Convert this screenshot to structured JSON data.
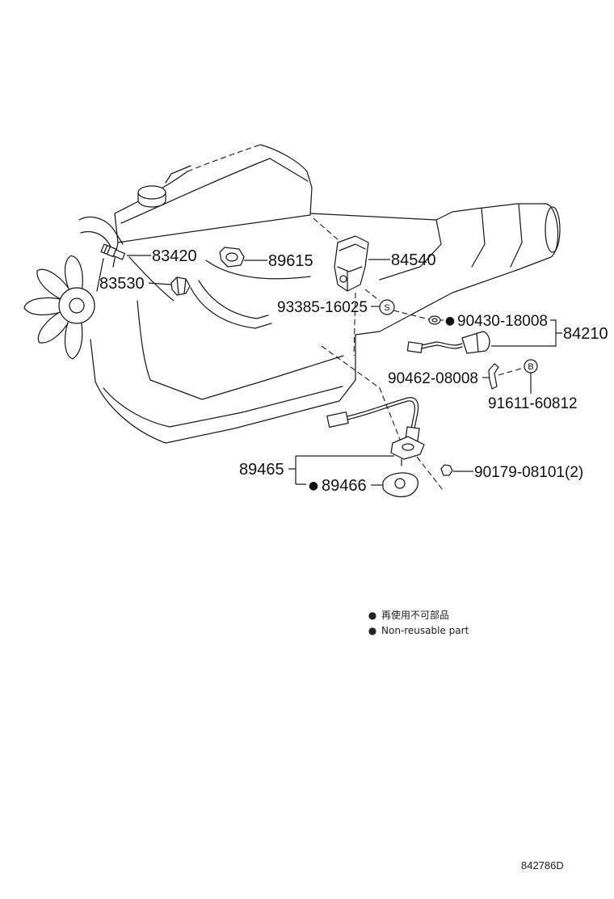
{
  "callouts": [
    {
      "part_no": "83420"
    },
    {
      "part_no": "89615"
    },
    {
      "part_no": "84540"
    },
    {
      "part_no": "83530"
    },
    {
      "part_no": "93385-16025"
    },
    {
      "part_no": "90430-18008",
      "non_reusable": true
    },
    {
      "part_no": "84210"
    },
    {
      "part_no": "90462-08008"
    },
    {
      "part_no": "91611-60812"
    },
    {
      "part_no": "89465"
    },
    {
      "part_no": "89466",
      "non_reusable": true
    },
    {
      "part_no": "90179-08101(2)"
    }
  ],
  "symbols": {
    "s_mark": "S",
    "b_mark": "B",
    "non_reusable_marker": "●"
  },
  "legend": {
    "jp": "再使用不可部品",
    "en": "Non-reusable part"
  },
  "figure_id": "842786D"
}
